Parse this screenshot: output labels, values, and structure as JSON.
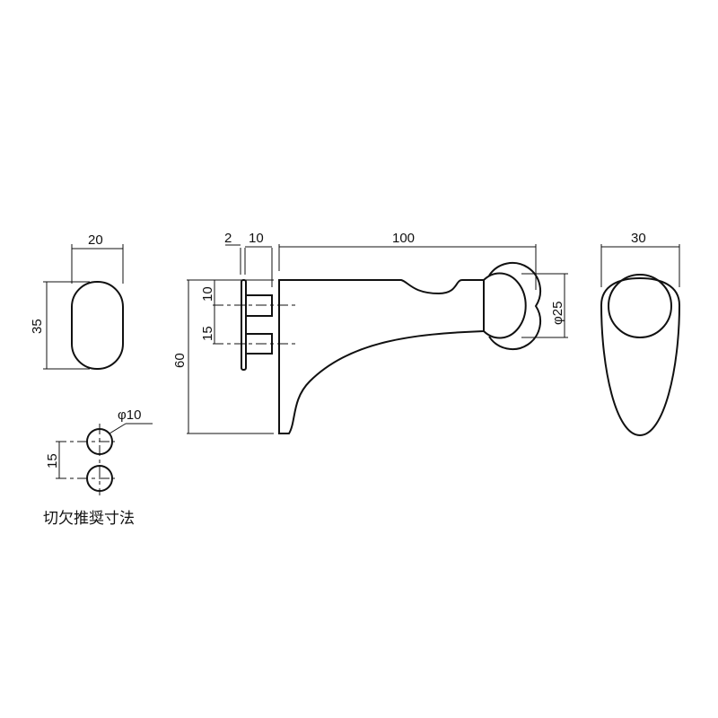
{
  "dimensions": {
    "oval_width": "20",
    "oval_height": "35",
    "plate_thickness": "2",
    "pin_length": "10",
    "arm_length": "100",
    "pin_offset": "10",
    "pin_spacing": "15",
    "total_height": "60",
    "ball_diameter": "φ25",
    "end_width": "30",
    "hole_diameter": "φ10",
    "hole_spacing": "15"
  },
  "caption": "切欠推奨寸法"
}
